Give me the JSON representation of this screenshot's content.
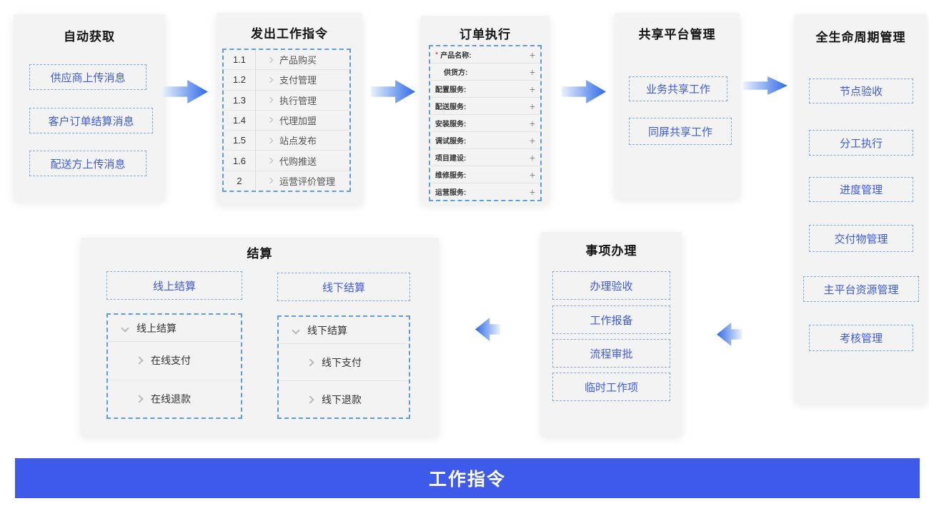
{
  "colors": {
    "banner_bg": "#3d5ae8",
    "panel_bg": "#f3f3f4",
    "button_text": "#3d5be0",
    "button_border": "#79ade8",
    "box_border": "#5c9ce0",
    "arrow_blue": "#2e6ae7",
    "required_red": "#e02a2a"
  },
  "icons": {
    "plus": "+",
    "required_asterisk": "*"
  },
  "banner": {
    "label": "工作指令"
  },
  "panels": {
    "auto_acquire": {
      "title": "自动获取",
      "buttons": [
        "供应商上传消息",
        "客户订单结算消息",
        "配送方上传消息"
      ]
    },
    "issue_orders": {
      "title": "发出工作指令",
      "rows": [
        {
          "num": "1.1",
          "label": "产品购买"
        },
        {
          "num": "1.2",
          "label": "支付管理"
        },
        {
          "num": "1.3",
          "label": "执行管理"
        },
        {
          "num": "1.4",
          "label": "代理加盟"
        },
        {
          "num": "1.5",
          "label": "站点发布"
        },
        {
          "num": "1.6",
          "label": "代购推送"
        },
        {
          "num": "2",
          "label": "运营评价管理"
        }
      ]
    },
    "order_exec": {
      "title": "订单执行",
      "fields": [
        {
          "label": "产品名称:"
        },
        {
          "label": "供货方:"
        },
        {
          "label": "配置服务:"
        },
        {
          "label": "配送服务:"
        },
        {
          "label": "安装服务:"
        },
        {
          "label": "调试服务:"
        },
        {
          "label": "项目建设:"
        },
        {
          "label": "维修服务:"
        },
        {
          "label": "运营服务:"
        }
      ]
    },
    "share_platform": {
      "title": "共享平台管理",
      "buttons": [
        "业务共享工作",
        "同屏共享工作"
      ]
    },
    "lifecycle": {
      "title": "全生命周期管理",
      "buttons": [
        "节点验收",
        "分工执行",
        "进度管理",
        "交付物管理",
        "主平台资源管理",
        "考核管理"
      ]
    },
    "settlement": {
      "title": "结算",
      "online": {
        "button": "线上结算",
        "tree_header": "线上结算",
        "items": [
          "在线支付",
          "在线退款"
        ]
      },
      "offline": {
        "button": "线下结算",
        "tree_header": "线下结算",
        "items": [
          "线下支付",
          "线下退款"
        ]
      }
    },
    "matters": {
      "title": "事项办理",
      "buttons": [
        "办理验收",
        "工作报备",
        "流程审批",
        "临时工作项"
      ]
    }
  }
}
